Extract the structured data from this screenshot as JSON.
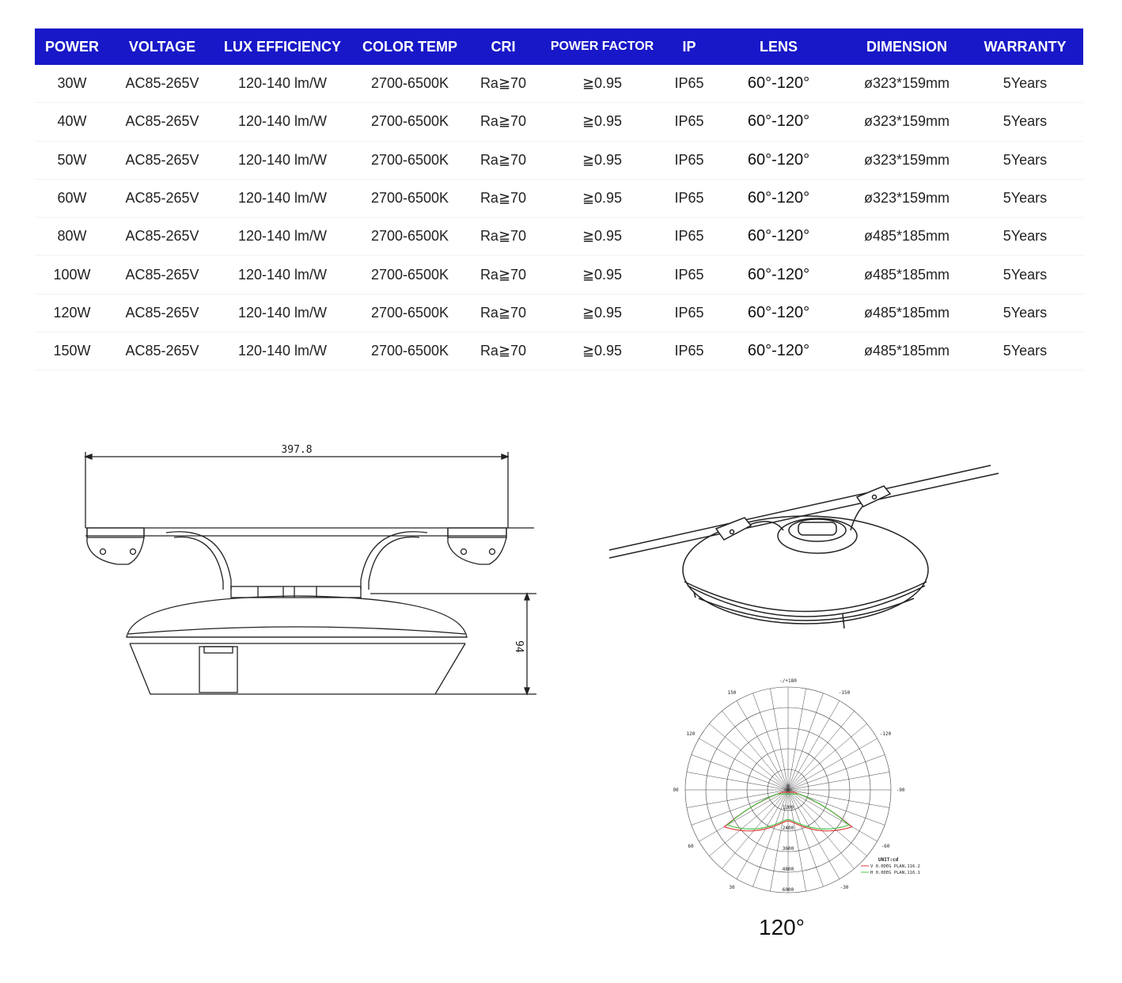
{
  "table": {
    "headers": [
      "POWER",
      "VOLTAGE",
      "LUX EFFICIENCY",
      "COLOR TEMP",
      "CRI",
      "POWER FACTOR",
      "IP",
      "LENS",
      "DIMENSION",
      "WARRANTY"
    ],
    "rows": [
      [
        "30W",
        "AC85-265V",
        "120-140 lm/W",
        "2700-6500K",
        "Ra≧70",
        "≧0.95",
        "IP65",
        "60°-120°",
        "ø323*159mm",
        "5Years"
      ],
      [
        "40W",
        "AC85-265V",
        "120-140 lm/W",
        "2700-6500K",
        "Ra≧70",
        "≧0.95",
        "IP65",
        "60°-120°",
        "ø323*159mm",
        "5Years"
      ],
      [
        "50W",
        "AC85-265V",
        "120-140 lm/W",
        "2700-6500K",
        "Ra≧70",
        "≧0.95",
        "IP65",
        "60°-120°",
        "ø323*159mm",
        "5Years"
      ],
      [
        "60W",
        "AC85-265V",
        "120-140 lm/W",
        "2700-6500K",
        "Ra≧70",
        "≧0.95",
        "IP65",
        "60°-120°",
        "ø323*159mm",
        "5Years"
      ],
      [
        "80W",
        "AC85-265V",
        "120-140 lm/W",
        "2700-6500K",
        "Ra≧70",
        "≧0.95",
        "IP65",
        "60°-120°",
        "ø485*185mm",
        "5Years"
      ],
      [
        "100W",
        "AC85-265V",
        "120-140 lm/W",
        "2700-6500K",
        "Ra≧70",
        "≧0.95",
        "IP65",
        "60°-120°",
        "ø485*185mm",
        "5Years"
      ],
      [
        "120W",
        "AC85-265V",
        "120-140 lm/W",
        "2700-6500K",
        "Ra≧70",
        "≧0.95",
        "IP65",
        "60°-120°",
        "ø485*185mm",
        "5Years"
      ],
      [
        "150W",
        "AC85-265V",
        "120-140 lm/W",
        "2700-6500K",
        "Ra≧70",
        "≧0.95",
        "IP65",
        "60°-120°",
        "ø485*185mm",
        "5Years"
      ]
    ],
    "header_color": "#1818c8"
  },
  "side_drawing": {
    "width_dim": "397.8",
    "height_dim": "94"
  },
  "polar_chart": {
    "top_label": "-/+180",
    "angle_labels": [
      "-150",
      "150",
      "-120",
      "120",
      "-90",
      "90",
      "-60",
      "60",
      "-30",
      "30"
    ],
    "ring_labels": [
      "0",
      "1200",
      "2400",
      "3600",
      "4800",
      "6000"
    ],
    "legend_title": "UNIT:cd",
    "legend": [
      {
        "label": "V 0.0DEG PLAN,116.2",
        "color": "#e03a3a"
      },
      {
        "label": "H 0.0DEG PLAN,116.1",
        "color": "#4cc24c"
      }
    ]
  },
  "beam_caption": "120°"
}
